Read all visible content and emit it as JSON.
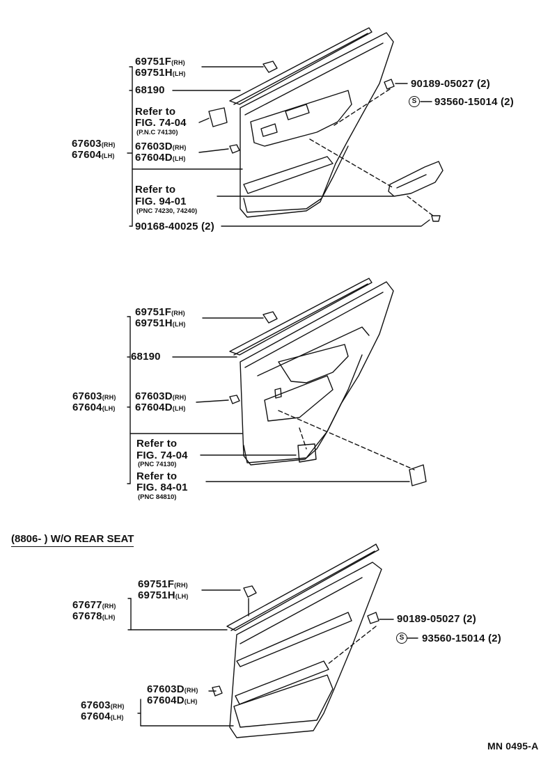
{
  "section1": {
    "p69751f": "69751F",
    "p69751f_sfx": "(RH)",
    "p69751h": "69751H",
    "p69751h_sfx": "(LH)",
    "p68190": "68190",
    "ref_a_1": "Refer to",
    "ref_a_2": "FIG. 74-04",
    "ref_a_3": "(P.N.C 74130)",
    "p67603": "67603",
    "p67603_sfx": "(RH)",
    "p67604": "67604",
    "p67604_sfx": "(LH)",
    "p67603d": "67603D",
    "p67603d_sfx": "(RH)",
    "p67604d": "67604D",
    "p67604d_sfx": "(LH)",
    "ref_b_1": "Refer to",
    "ref_b_2": "FIG. 94-01",
    "ref_b_3": "(PNC 74230, 74240)",
    "p90168": "90168-40025 (2)",
    "p90189": "90189-05027 (2)",
    "s_mark": "S",
    "p93560": "93560-15014 (2)"
  },
  "section2": {
    "p69751f": "69751F",
    "p69751f_sfx": "(RH)",
    "p69751h": "69751H",
    "p69751h_sfx": "(LH)",
    "p68190": "68190",
    "p67603": "67603",
    "p67603_sfx": "(RH)",
    "p67604": "67604",
    "p67604_sfx": "(LH)",
    "p67603d": "67603D",
    "p67603d_sfx": "(RH)",
    "p67604d": "67604D",
    "p67604d_sfx": "(LH)",
    "ref_a_1": "Refer to",
    "ref_a_2": "FIG. 74-04",
    "ref_a_3": "(PNC 74130)",
    "ref_b_1": "Refer to",
    "ref_b_2": "FIG. 84-01",
    "ref_b_3": "(PNC 84810)"
  },
  "section3": {
    "heading": "(8806-        ) W/O REAR SEAT",
    "p69751f": "69751F",
    "p69751f_sfx": "(RH)",
    "p69751h": "69751H",
    "p69751h_sfx": "(LH)",
    "p67677": "67677",
    "p67677_sfx": "(RH)",
    "p67678": "67678",
    "p67678_sfx": "(LH)",
    "p90189": "90189-05027 (2)",
    "s_mark": "S",
    "p93560": "93560-15014 (2)",
    "p67603d": "67603D",
    "p67603d_sfx": "(RH)",
    "p67604d": "67604D",
    "p67604d_sfx": "(LH)",
    "p67603": "67603",
    "p67603_sfx": "(RH)",
    "p67604": "67604",
    "p67604_sfx": "(LH)"
  },
  "footer": {
    "code": "MN 0495-A"
  }
}
